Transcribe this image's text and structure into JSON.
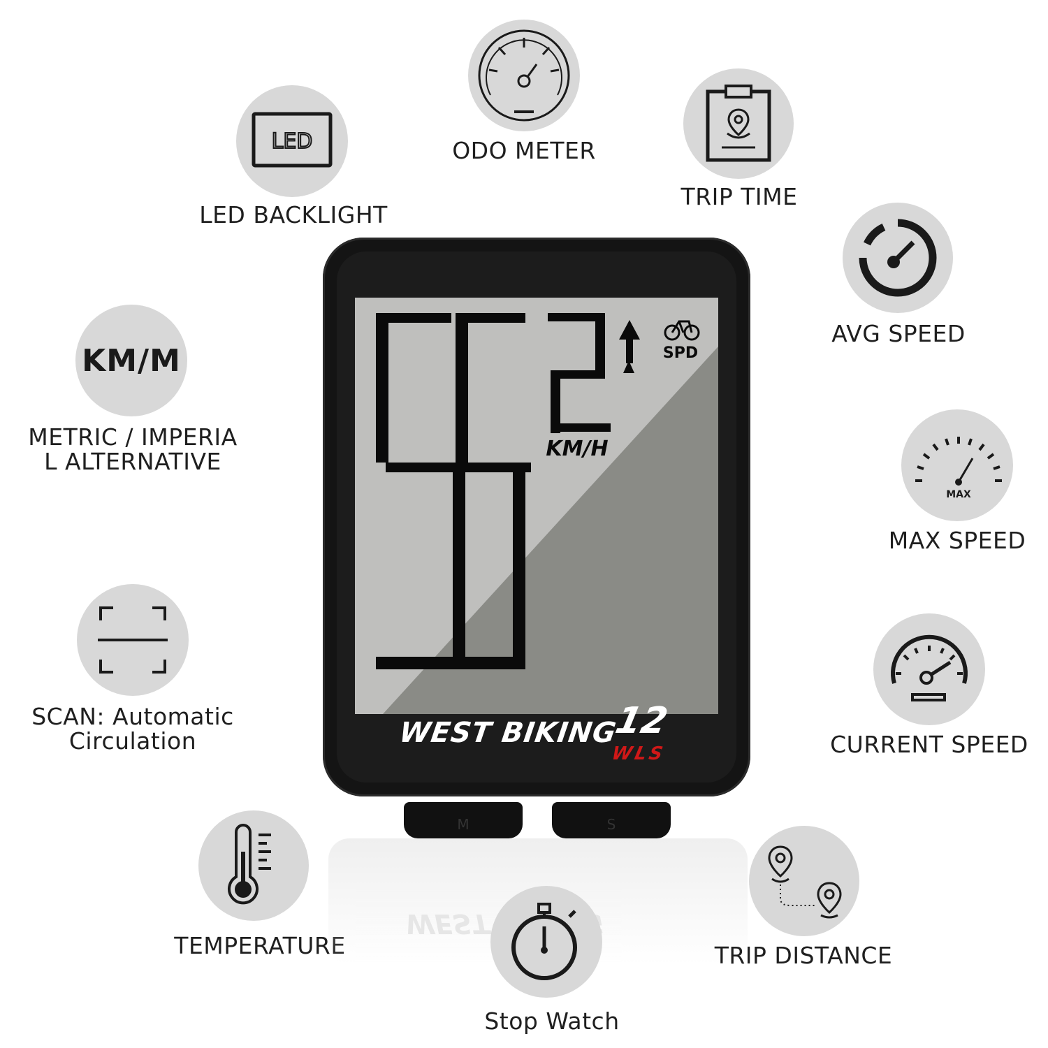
{
  "features": {
    "led_backlight": {
      "label": "LED BACKLIGHT",
      "icon_text": "LED",
      "icon": "led-screen-icon"
    },
    "odo_meter": {
      "label": "ODO METER",
      "icon": "odometer-gauge-icon"
    },
    "trip_time": {
      "label": "TRIP TIME",
      "icon": "clipboard-location-icon"
    },
    "km_m": {
      "label": "METRIC / IMPERIA\nL ALTERNATIVE",
      "icon_text": "KM/M"
    },
    "avg_speed": {
      "label": "AVG SPEED",
      "icon": "avg-speed-gauge-icon"
    },
    "max_speed": {
      "label": "MAX SPEED",
      "icon_text": "MAX",
      "icon": "max-speed-gauge-icon"
    },
    "scan": {
      "label": "SCAN: Automatic\nCirculation",
      "icon": "scan-frame-icon"
    },
    "current_speed": {
      "label": "CURRENT SPEED",
      "icon": "speedometer-icon"
    },
    "temperature": {
      "label": "TEMPERATURE",
      "icon": "thermometer-icon"
    },
    "stop_watch": {
      "label": "Stop Watch",
      "icon": "stopwatch-icon"
    },
    "trip_distance": {
      "label": "TRIP DISTANCE",
      "icon": "route-pins-icon"
    }
  },
  "device": {
    "speed_value": "55.2",
    "unit": "KM/H",
    "mode": "SPD",
    "brand": "WEST BIKING",
    "model": "12",
    "model_suffix": "WLS",
    "button_left": "M",
    "button_right": "S"
  },
  "colors": {
    "circle": "#d8d8d8",
    "case": "#141414",
    "screen_light": "#bfbfbd",
    "screen_dark": "#8a8b86",
    "segment": "#0a0a0a",
    "accent_red": "#d01818"
  }
}
